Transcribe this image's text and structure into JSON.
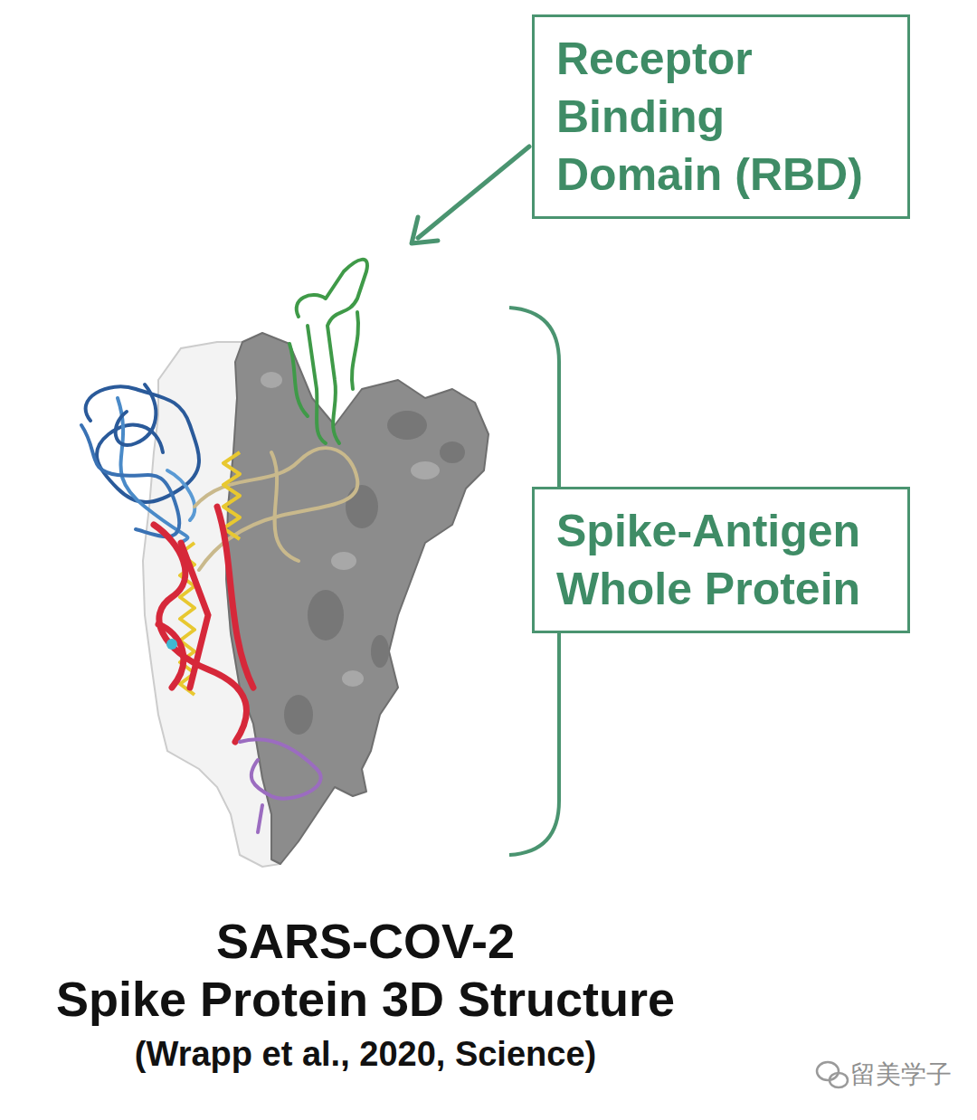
{
  "diagram": {
    "caption": "SARS-COV-2 Spike Protein 3D Structure",
    "nodes": [
      {
        "text": [
          "Receptor Binding Domain (RBD)"
        ]
      },
      {
        "text": [
          "Spike-Antigen Whole Protein"
        ]
      }
    ],
    "labels": [
      "(Wrapp et al., 2020, Science)",
      "留美学子"
    ]
  }
}
